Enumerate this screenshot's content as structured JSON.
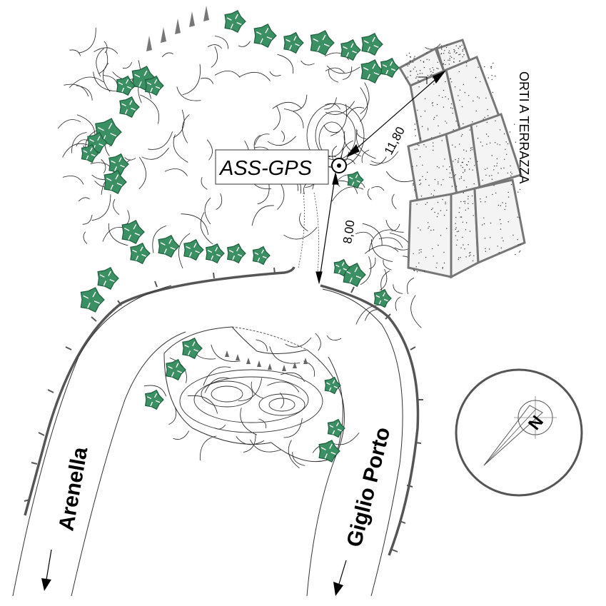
{
  "station_label": "ASS-GPS",
  "terraces_label": "ORTI A TERRAZZA",
  "north_label": "N",
  "roads": {
    "left": "Arenella",
    "right": "Giglio Porto"
  },
  "distances": {
    "to_terraces": "11,80",
    "to_road": "8,00"
  },
  "colors": {
    "tree_fill": "#3a8f63",
    "tree_dark": "#1f5e3e",
    "terrace_border": "#777777",
    "road_edge": "#555555",
    "ink": "#000000"
  },
  "icons": [
    "north-arrow-icon",
    "station-marker-icon",
    "tree-icon",
    "direction-arrow-icon"
  ]
}
